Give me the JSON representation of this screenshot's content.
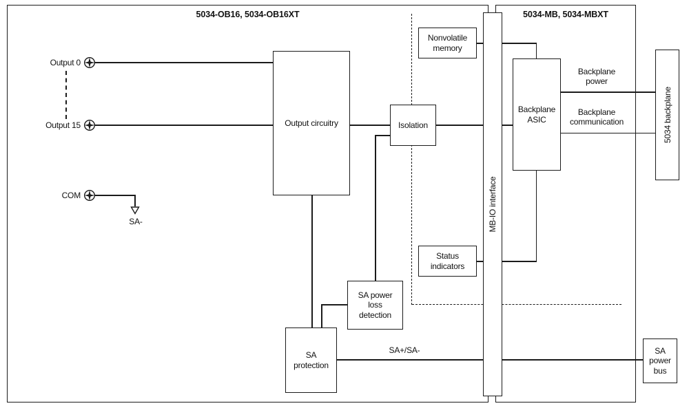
{
  "diagram": {
    "left_module": {
      "title": "5034-OB16, 5034-OB16XT"
    },
    "right_module": {
      "title": "5034-MB, 5034-MBXT"
    },
    "terminals": [
      {
        "label": "Output 0"
      },
      {
        "label": "Output 15"
      },
      {
        "label": "COM"
      }
    ],
    "ground_label": "SA-",
    "blocks": {
      "output_circuitry": "Output circuitry",
      "isolation": "Isolation",
      "nonvolatile_memory": "Nonvolatile memory",
      "status_indicators": "Status indicators",
      "sa_power_loss_detection": "SA power loss detection",
      "sa_protection": "SA protection",
      "mbio_interface": "MB-IO interface",
      "backplane_asic": "Backplane ASIC",
      "backplane_5034": "5034 backplane",
      "sa_power_bus": "SA power bus"
    },
    "wire_labels": {
      "backplane_power": "Backplane power",
      "backplane_communication": "Backplane communication",
      "sa_bus": "SA+/SA-"
    },
    "colors": {
      "line": "#1a1a1a",
      "text": "#111111",
      "background": "#ffffff"
    }
  }
}
